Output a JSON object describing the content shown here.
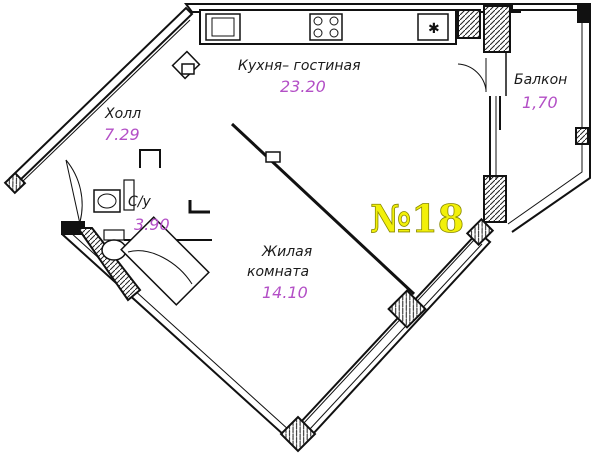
{
  "apartment": {
    "number_label": "№18",
    "colors": {
      "wall": "#111111",
      "area_text": "#b34fc6",
      "number_fill": "#f2f00a",
      "number_stroke": "#8a8a00"
    },
    "rooms": [
      {
        "id": "kitchen",
        "name": "Кухня– гостиная",
        "area": "23.20"
      },
      {
        "id": "hall",
        "name": "Холл",
        "area": "7.29"
      },
      {
        "id": "bathroom",
        "name": "С/у",
        "area": "3.90"
      },
      {
        "id": "living",
        "name": "Жилая",
        "name2": "комната",
        "area": "14.10"
      },
      {
        "id": "balcony",
        "name": "Балкон",
        "area": "1,70"
      }
    ],
    "fixtures": [
      "stove",
      "sink",
      "toilet",
      "bathtub",
      "washbasin",
      "fan"
    ]
  }
}
